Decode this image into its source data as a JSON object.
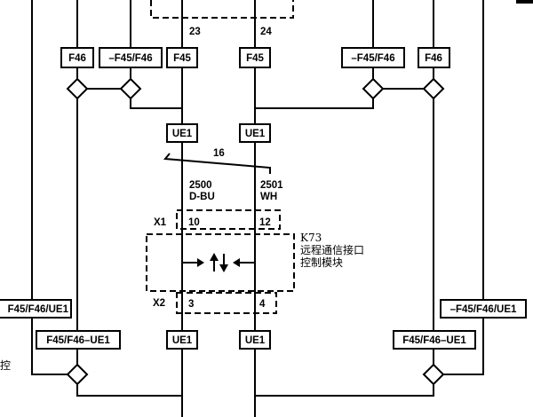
{
  "top_wire_numbers": {
    "left": "23",
    "right": "24"
  },
  "top_fuse_boxes": [
    {
      "label": "F46"
    },
    {
      "label": "–F45/F46"
    },
    {
      "label": "F45"
    },
    {
      "label": "F45"
    },
    {
      "label": "–F45/F46"
    },
    {
      "label": "F46"
    }
  ],
  "upper_ue1": {
    "left": "UE1",
    "right": "UE1"
  },
  "twisted_pair": {
    "label": "16"
  },
  "circuits": {
    "left": {
      "number": "2500",
      "color": "D-BU"
    },
    "right": {
      "number": "2501",
      "color": "WH"
    }
  },
  "connector_x1": {
    "name": "X1",
    "pins": [
      "10",
      "12"
    ]
  },
  "module": {
    "ref": "K73",
    "name_line1": "远程通信接口",
    "name_line2": "控制模块"
  },
  "connector_x2": {
    "name": "X2",
    "pins": [
      "3",
      "4"
    ]
  },
  "side_boxes": {
    "left_outer": "F45/F46/UE1",
    "right_outer": "–F45/F46/UE1",
    "left_inner": "F45/F46–UE1",
    "right_inner": "F45/F46–UE1"
  },
  "lower_ue1": {
    "left": "UE1",
    "right": "UE1"
  },
  "left_edge_text": "控",
  "colors": {
    "line": "#000000",
    "background": "#ffffff"
  }
}
